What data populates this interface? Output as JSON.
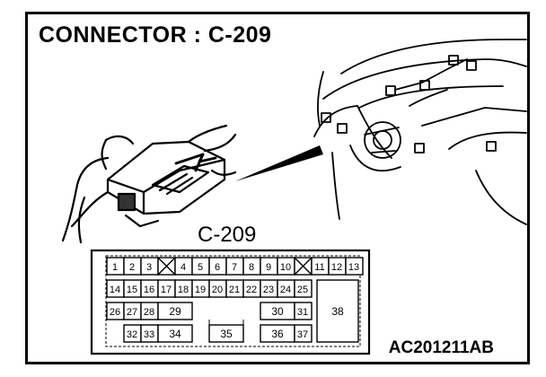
{
  "diagram": {
    "title": "CONNECTOR : C-209",
    "connector_label": "C-209",
    "figure_code": "AC201211AB",
    "pins_row1": [
      "1",
      "2",
      "3",
      "4",
      "5",
      "6",
      "7",
      "8",
      "9",
      "10",
      "11",
      "12",
      "13"
    ],
    "pins_row2": [
      "14",
      "15",
      "16",
      "17",
      "18",
      "19",
      "20",
      "21",
      "22",
      "23",
      "24",
      "25"
    ],
    "pins_row3": [
      "26",
      "27",
      "28",
      "29",
      "30",
      "31"
    ],
    "pins_row4": [
      "32",
      "33",
      "34",
      "35",
      "36",
      "37"
    ],
    "pin_large": "38"
  }
}
